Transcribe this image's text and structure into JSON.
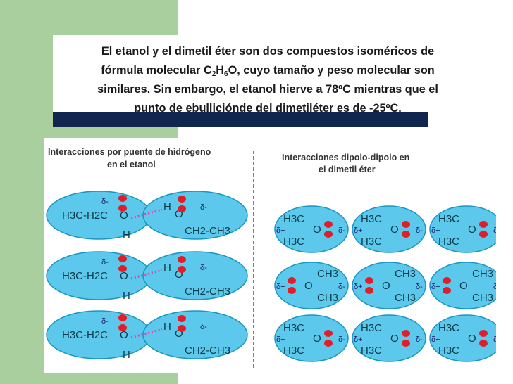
{
  "slide": {
    "line1": "El etanol y el dimetil éter son dos compuestos isoméricos de",
    "line2_pre": "fórmula molecular C",
    "sub2": "2",
    "h": "H",
    "sub6": "6",
    "line2_post": "O, cuyo tamaño y peso molecular son",
    "line3": "similares. Sin embargo, el etanol hierve a 78ºC mientras que el",
    "line4": "punto de ebulliciónde del dimetiléter es de -25ºC."
  },
  "figure": {
    "left_title_1": "Interacciones por puente de hidrógeno",
    "left_title_2": "en el etanol",
    "right_title_1": "Interacciones dipolo-dipolo en",
    "right_title_2": "el dimetil éter",
    "ethanol": {
      "left_group": "H3C-H2C",
      "right_group": "CH2-CH3",
      "o": "O",
      "h": "H",
      "delta_minus": "δ-",
      "delta_plus": "δ+"
    },
    "ether": {
      "h3c": "H3C",
      "ch3": "CH3",
      "o": "O",
      "delta_minus": "δ-",
      "delta_plus": "δ+"
    }
  },
  "colors": {
    "green": "#a9cf9f",
    "navy": "#11264f",
    "blob": "#5cc9ec",
    "blob_edge": "#1896c4",
    "oxygen_red": "#e01e2a",
    "hbond": "#e040b0"
  }
}
